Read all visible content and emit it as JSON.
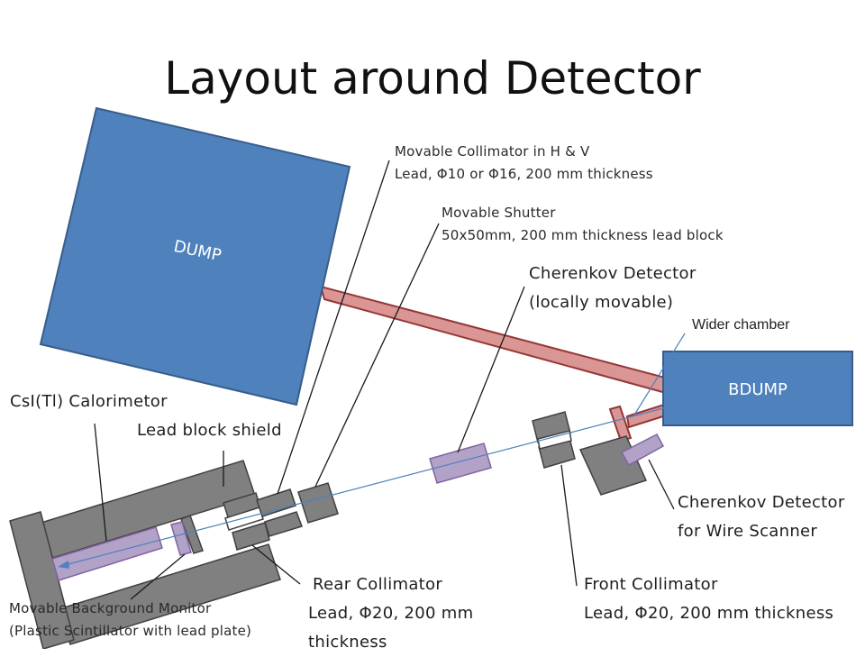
{
  "title": "Layout around Detector",
  "colors": {
    "dump_fill": "#4f81bd",
    "dump_stroke": "#385d8a",
    "beamline_fill": "#d99694",
    "beamline_stroke": "#953735",
    "shield_fill": "#808080",
    "shield_stroke": "#404040",
    "detector_fill": "#b3a2c7",
    "detector_stroke": "#8064a2",
    "beam_line": "#4f81bd"
  },
  "blocks": {
    "dump_label": "DUMP",
    "bdump_label": "BDUMP"
  },
  "labels": {
    "movable_collimator": {
      "line1": "Movable Collimator in H & V",
      "line2": "Lead, Φ10 or Φ16, 200 mm thickness"
    },
    "movable_shutter": {
      "line1": "Movable Shutter",
      "line2": "50x50mm, 200 mm thickness lead block"
    },
    "cherenkov_detector": {
      "line1": "Cherenkov Detector",
      "line2": "(locally movable)"
    },
    "wider_chamber": "Wider chamber",
    "csi_calorimeter": "CsI(Tl) Calorimetor",
    "lead_block_shield": "Lead block shield",
    "cherenkov_wire_scanner": {
      "line1": "Cherenkov Detector",
      "line2": "for Wire Scanner"
    },
    "rear_collimator": {
      "line1": "Rear Collimator",
      "line2": "Lead, Φ20, 200 mm",
      "line3": "thickness"
    },
    "front_collimator": {
      "line1": "Front Collimator",
      "line2": "Lead, Φ20, 200 mm thickness"
    },
    "background_monitor": {
      "line1": "Movable Background Monitor",
      "line2": "(Plastic Scintillator with lead plate)"
    }
  }
}
